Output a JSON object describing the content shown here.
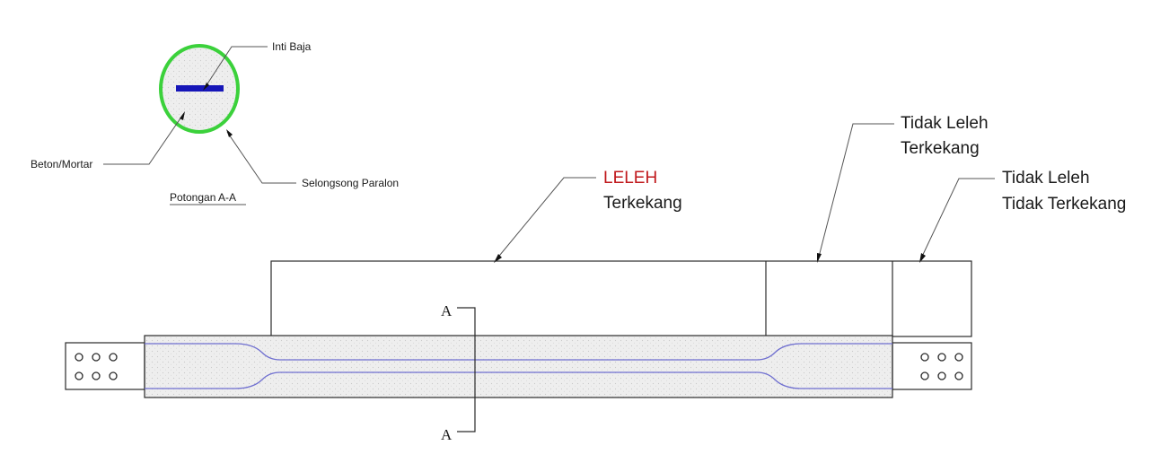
{
  "colors": {
    "sleeve_outline": "#3bd13b",
    "steel_core": "#1616b8",
    "core_profile_line": "#6f6fd0",
    "grout_fill": "#ededed",
    "yield_label": "#c0181c",
    "line_color": "#2a2a2a"
  },
  "cross_section": {
    "title": "Potongan A-A",
    "labels": {
      "steel_core": "Inti Baja",
      "concrete": "Beton/Mortar",
      "sleeve": "Selongsong Paralon"
    }
  },
  "zones": {
    "yield": {
      "line1": "LELEH",
      "line2": "Terkekang"
    },
    "no_yield_restrained": {
      "line1": "Tidak Leleh",
      "line2": "Terkekang"
    },
    "no_yield_unrestrained": {
      "line1": "Tidak Leleh",
      "line2": "Tidak Terkekang"
    }
  },
  "section_marks": {
    "top": "A",
    "bottom": "A"
  }
}
